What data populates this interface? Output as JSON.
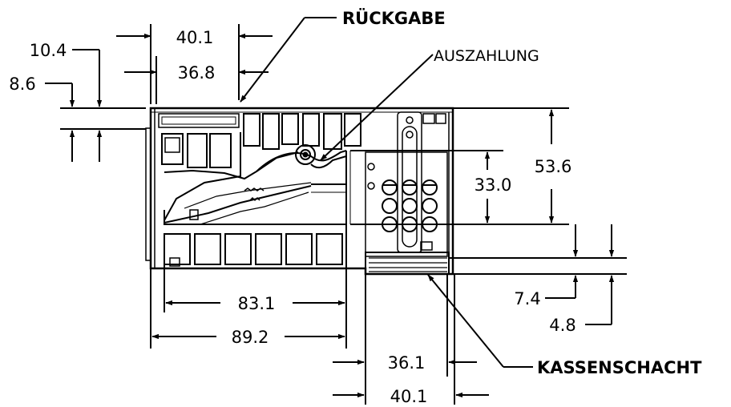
{
  "drawing": {
    "line_color": "#000000",
    "background": "#ffffff",
    "callouts": {
      "rueckgabe": "RÜCKGABE",
      "auszahlung": "AUSZAHLUNG",
      "kassenschacht": "KASSENSCHACHT"
    },
    "dimensions": {
      "top_width_outer": "40.1",
      "top_width_inner": "36.8",
      "left_offset_upper": "10.4",
      "left_offset_lower": "8.6",
      "height_total": "53.6",
      "height_payout": "33.0",
      "bottom_width_inner": "83.1",
      "bottom_width_outer": "89.2",
      "right_offset_upper": "7.4",
      "right_offset_lower": "4.8",
      "slot_width_inner": "36.1",
      "slot_width_outer": "40.1"
    }
  }
}
